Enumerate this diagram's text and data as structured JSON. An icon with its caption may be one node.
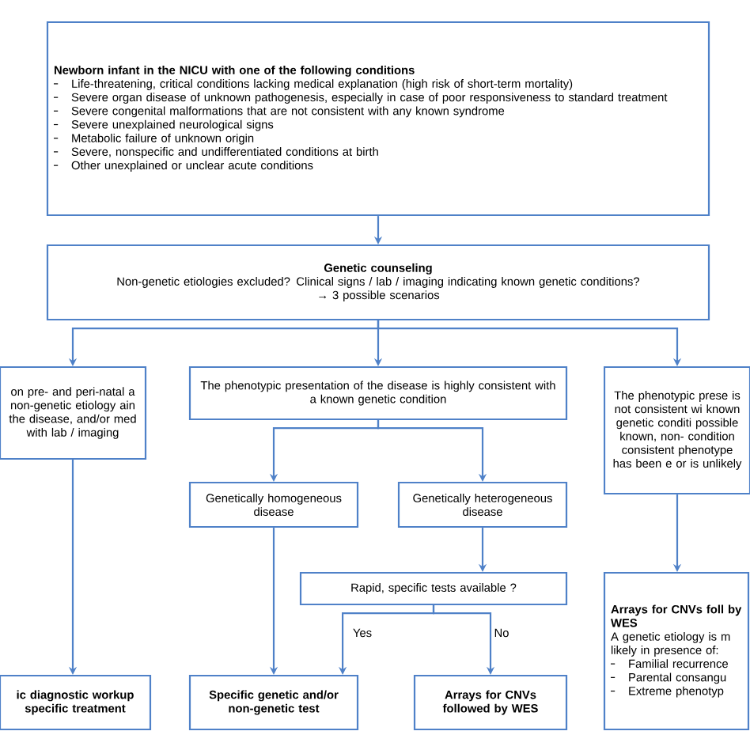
{
  "diagram": {
    "nodes": [
      {
        "text": [
          "Newborn infant in the NICU with one of the following conditions",
          "Life-threatening, critical conditions lacking medical explanation (high risk of short-term mortality)",
          "Severe organ disease of unknown pathogenesis, especially in case of poor responsiveness to standard treatment",
          "Severe congenital malformations that are not consistent with any known syndrome",
          "Severe unexplained neurological signs",
          "Metabolic failure of unknown origin",
          "Severe, nonspecific and undifferentiated conditions at birth",
          "Other unexplained or unclear acute conditions"
        ]
      },
      {
        "text": [
          "Genetic counseling",
          "Non-genetic etiologies excluded? Clinical signs / lab / imaging indicating known genetic conditions?",
          "→ 3 possible scenarios"
        ]
      },
      {
        "text": [
          "on pre- and peri-natal a non-genetic etiology ain the disease, and/or med with lab / imaging"
        ]
      },
      {
        "text": [
          "The phenotypic presentation of the disease is highly consistent with a known genetic condition"
        ]
      },
      {
        "text": [
          "The phenotypic prese is not consistent wi known genetic conditi possible known, non- condition consistent phenotype has been e or is unlikely"
        ]
      },
      {
        "text": [
          "Genetically homogeneous disease"
        ]
      },
      {
        "text": [
          "Genetically heterogeneous disease"
        ]
      },
      {
        "text": [
          "Rapid, specific tests available ?"
        ]
      },
      {
        "text": [
          "ic diagnostic workup specific treatment"
        ]
      },
      {
        "text": [
          "Specific genetic and/or non-genetic test"
        ]
      },
      {
        "text": [
          "Arrays for CNVs followed by WES"
        ]
      },
      {
        "text": [
          "Arrays for CNVs foll by WES",
          "A genetic etiology is m likely in presence of:",
          "Familial recurrence",
          "Parental consangu",
          "Extreme phenotyp"
        ]
      }
    ],
    "edges": [
      {
        "from": 0,
        "to": 1,
        "arrow": "to"
      },
      {
        "from": 1,
        "to": 2,
        "arrow": "to"
      },
      {
        "from": 1,
        "to": 3,
        "arrow": "to"
      },
      {
        "from": 1,
        "to": 4,
        "arrow": "to"
      },
      {
        "from": 3,
        "to": 5,
        "arrow": "to"
      },
      {
        "from": 3,
        "to": 6,
        "arrow": "to"
      },
      {
        "from": 2,
        "to": 8,
        "arrow": "to"
      },
      {
        "from": 5,
        "to": 9,
        "arrow": "to"
      },
      {
        "from": 6,
        "to": 7,
        "arrow": "to"
      },
      {
        "from": 7,
        "to": 9,
        "label": "Yes",
        "arrow": "to"
      },
      {
        "from": 7,
        "to": 10,
        "label": "No",
        "arrow": "to"
      },
      {
        "from": 4,
        "to": 11,
        "arrow": "to"
      }
    ]
  }
}
